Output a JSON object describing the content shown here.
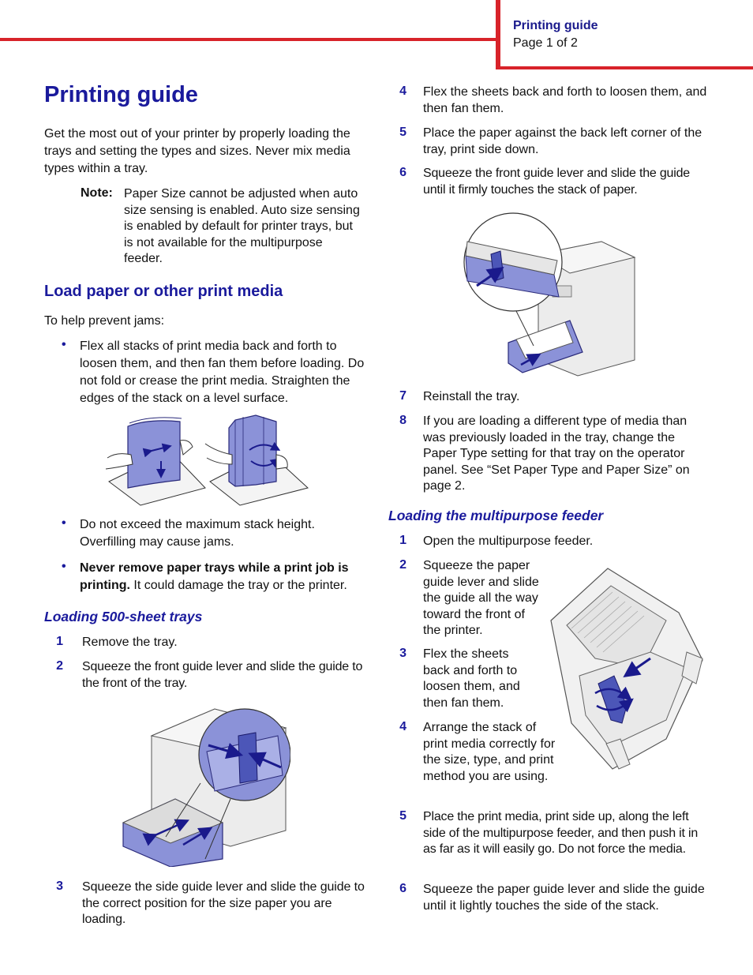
{
  "header": {
    "title": "Printing guide",
    "page": "Page 1 of 2"
  },
  "main_title": "Printing guide",
  "intro": "Get the most out of your printer by properly loading the trays and setting the types and sizes. Never mix media types within a tray.",
  "note": {
    "label": "Note:",
    "text": "Paper Size cannot be adjusted when auto size sensing is enabled. Auto size sensing is enabled by default for printer trays, but is not available for the multipurpose feeder."
  },
  "section_load": {
    "title": "Load paper or other print media",
    "lead": "To help prevent jams:",
    "bullets": [
      "Flex all stacks of print media back and forth to loosen them, and then fan them before loading. Do not fold or crease the print media. Straighten the edges of the stack on a level surface.",
      "Do not exceed the maximum stack height. Overfilling may cause jams."
    ],
    "bullet3_bold": "Never remove paper trays while a print job is printing.",
    "bullet3_rest": " It could damage the tray or the printer."
  },
  "section_500": {
    "title": "Loading 500-sheet trays",
    "steps": [
      {
        "num": "1",
        "text": "Remove the tray."
      },
      {
        "num": "2",
        "text": "Squeeze the front guide lever and slide the guide to the front of the tray."
      },
      {
        "num": "3",
        "text": "Squeeze the side guide lever and slide the guide to the correct position for the size paper you are loading."
      },
      {
        "num": "4",
        "text": "Flex the sheets back and forth to loosen them, and then fan them."
      },
      {
        "num": "5",
        "text": "Place the paper against the back left corner of the tray, print side down."
      },
      {
        "num": "6",
        "text": "Squeeze the front guide lever and slide the guide until it firmly touches the stack of paper."
      },
      {
        "num": "7",
        "text": "Reinstall the tray."
      },
      {
        "num": "8",
        "text": "If you are loading a different type of media than was previously loaded in the tray, change the Paper Type setting for that tray on the operator panel. See “Set Paper Type and Paper Size” on page 2."
      }
    ]
  },
  "section_mpf": {
    "title": "Loading the multipurpose feeder",
    "steps": [
      {
        "num": "1",
        "text": "Open the multipurpose feeder."
      },
      {
        "num": "2",
        "text": "Squeeze the paper guide lever and slide the guide all the way toward the front of the printer."
      },
      {
        "num": "3",
        "text": "Flex the sheets back and forth to loosen them, and then fan them."
      },
      {
        "num": "4",
        "text": "Arrange the stack of print media correctly for the size, type, and print method you are using."
      },
      {
        "num": "5",
        "text": "Place the print media, print side up, along the left side of the multipurpose feeder, and then push it in as far as it will easily go. Do not force the media."
      },
      {
        "num": "6",
        "text": "Squeeze the paper guide lever and slide the guide until it lightly touches the side of the stack."
      }
    ]
  },
  "colors": {
    "accent_red": "#d8232a",
    "heading_blue": "#1a1a9c",
    "illustration_blue": "#8b92d8"
  }
}
